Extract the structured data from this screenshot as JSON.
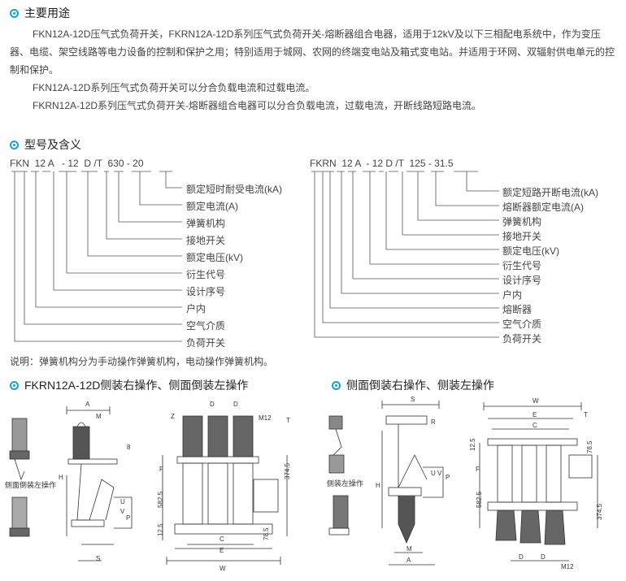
{
  "section1": {
    "title": "主要用途",
    "paragraphs": [
      "FKN12A-12D压气式负荷开关，FKRN12A-12D系列压气式负荷开关-熔断器组合电器，适用于12kV及以下三相配电系统中，作为变压器、电缆、架空线路等电力设备的控制和保护之用；特别适用于城网、农网的终端变电站及箱式变电站。并适用于环网、双辐射供电单元的控制和保护。",
      "FKN12A-12D系列压气式负荷开关可以分合负载电流和过载电流。",
      "FKRN12A-12D系列压气式负荷开关-熔断器组合电器可以分合负载电流，过载电流，开断线路短路电流。"
    ]
  },
  "section2": {
    "title": "型号及含义",
    "left_code": "FKN  12 A   - 12  D /T  630 - 20",
    "left_meanings": [
      "额定短时耐受电流(kA)",
      "额定电流(A)",
      "弹簧机构",
      "接地开关",
      "额定电压(kV)",
      "衍生代号",
      "设计序号",
      "户内",
      "空气介质",
      "负荷开关"
    ],
    "right_code": "FKRN  12 A  - 12 D /T  125 - 31.5",
    "right_meanings": [
      "额定短路开断电流(kA)",
      "熔断器额定电流(A)",
      "弹簧机构",
      "接地开关",
      "额定电压(kV)",
      "衍生代号",
      "设计序号",
      "户内",
      "熔断器",
      "空气介质",
      "负荷开关"
    ],
    "note": "说明：弹簧机构分为手动操作弹簧机构，电动操作弹簧机构。"
  },
  "section3": {
    "title": "FKRN12A-12D侧装右操作、侧面倒装左操作",
    "caption": "侧面倒装左操作",
    "dims": {
      "A": "A",
      "M": "M",
      "D": "D",
      "H": "H",
      "S": "S",
      "W": "W",
      "E": "E",
      "C": "C",
      "F": "F",
      "Z": "Z",
      "T": "T",
      "U": "U",
      "V": "V",
      "P": "P",
      "bolt": "M12",
      "h1": "582.5",
      "h2": "374.5",
      "h3": "78.5",
      "h4": "12.5",
      "h5": "8"
    }
  },
  "section4": {
    "title": "侧面倒装右操作、侧装左操作",
    "caption": "侧装左操作",
    "dims": {
      "S": "S",
      "R": "R",
      "W": "W",
      "T": "T",
      "E": "E",
      "C": "C",
      "D": "D",
      "A": "A",
      "M": "M",
      "H": "H",
      "F": "F",
      "U": "U",
      "V": "V",
      "P": "P",
      "bolt": "M12",
      "h1": "582.5",
      "h2": "374.5",
      "h3": "78.5",
      "h4": "12.5"
    }
  }
}
